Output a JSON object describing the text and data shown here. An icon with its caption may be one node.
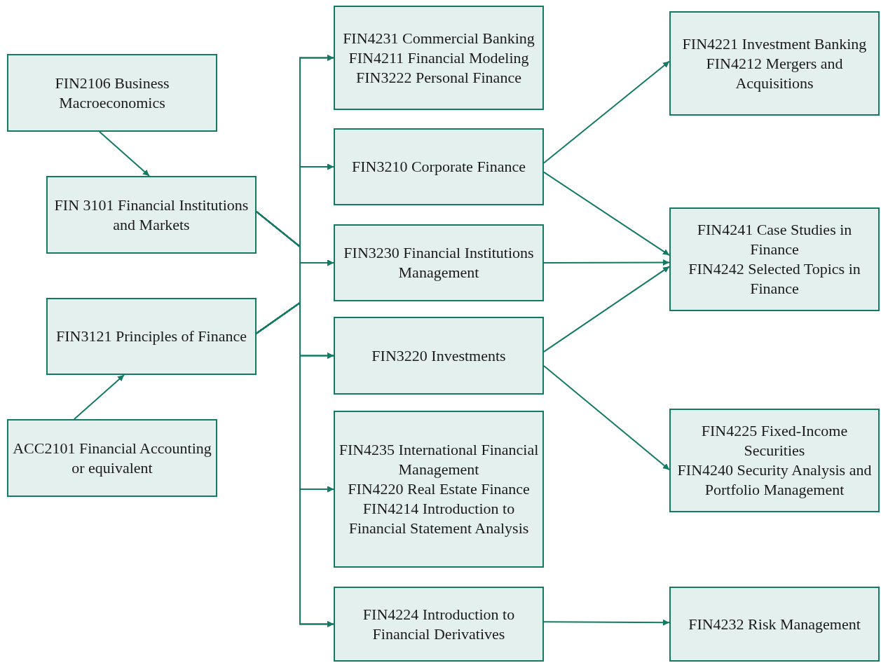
{
  "diagram": {
    "nodes": [
      {
        "text": [
          "FIN2106 Business Macroeconomics"
        ]
      },
      {
        "text": [
          "FIN 3101 Financial Institutions and Markets"
        ]
      },
      {
        "text": [
          "FIN3121 Principles of Finance"
        ]
      },
      {
        "text": [
          "ACC2101 Financial Accounting or equivalent"
        ]
      },
      {
        "text": [
          "FIN4231 Commercial Banking FIN4211 Financial Modeling FIN3222 Personal Finance"
        ]
      },
      {
        "text": [
          "FIN3210 Corporate Finance"
        ]
      },
      {
        "text": [
          "FIN3230 Financial Institutions Management"
        ]
      },
      {
        "text": [
          "FIN3220 Investments"
        ]
      },
      {
        "text": [
          "FIN4235 International Financial Management",
          "FIN4220 Real Estate Finance",
          "FIN4214 Introduction to Financial Statement Analysis"
        ]
      },
      {
        "text": [
          "FIN4224 Introduction to Financial Derivatives"
        ]
      },
      {
        "text": [
          "FIN4221 Investment Banking",
          "FIN4212 Mergers and Acquisitions"
        ]
      },
      {
        "text": [
          "FIN4241 Case Studies in Finance",
          "FIN4242 Selected Topics in Finance"
        ]
      },
      {
        "text": [
          "FIN4225 Fixed-Income Securities",
          "FIN4240 Security Analysis and Portfolio Management"
        ]
      },
      {
        "text": [
          "FIN4232 Risk Management"
        ]
      }
    ],
    "edges": [
      {
        "from": 0,
        "to": 1,
        "arrow": "to"
      },
      {
        "from": 3,
        "to": 2,
        "arrow": "to"
      },
      {
        "from": 1,
        "to": 4,
        "arrow": "to"
      },
      {
        "from": 1,
        "to": 5,
        "arrow": "to"
      },
      {
        "from": 1,
        "to": 6,
        "arrow": "to"
      },
      {
        "from": 1,
        "to": 7,
        "arrow": "to"
      },
      {
        "from": 1,
        "to": 8,
        "arrow": "to"
      },
      {
        "from": 1,
        "to": 9,
        "arrow": "to"
      },
      {
        "from": 2,
        "to": 4,
        "arrow": "to"
      },
      {
        "from": 2,
        "to": 5,
        "arrow": "to"
      },
      {
        "from": 2,
        "to": 6,
        "arrow": "to"
      },
      {
        "from": 2,
        "to": 7,
        "arrow": "to"
      },
      {
        "from": 2,
        "to": 8,
        "arrow": "to"
      },
      {
        "from": 2,
        "to": 9,
        "arrow": "to"
      },
      {
        "from": 5,
        "to": 10,
        "arrow": "to"
      },
      {
        "from": 5,
        "to": 11,
        "arrow": "to"
      },
      {
        "from": 6,
        "to": 11,
        "arrow": "to"
      },
      {
        "from": 7,
        "to": 11,
        "arrow": "to"
      },
      {
        "from": 7,
        "to": 12,
        "arrow": "to"
      },
      {
        "from": 9,
        "to": 13,
        "arrow": "to"
      }
    ]
  }
}
